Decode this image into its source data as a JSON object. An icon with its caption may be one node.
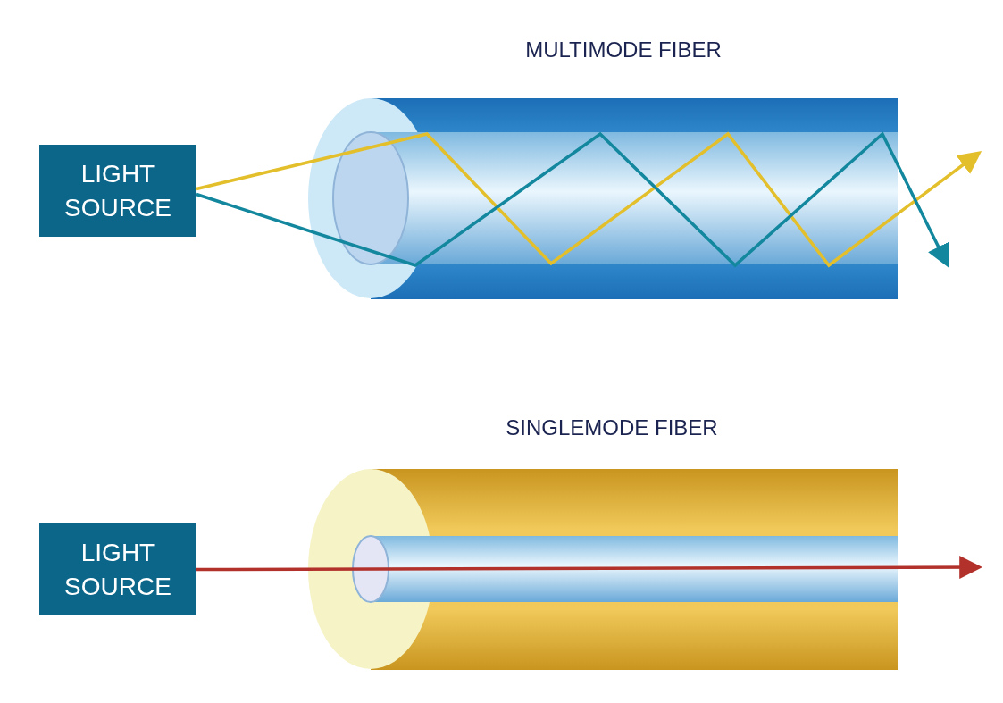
{
  "diagram": {
    "nodes": [
      {
        "text": [
          "LIGHT SOURCE"
        ]
      },
      {
        "text": [
          "LIGHT SOURCE"
        ]
      }
    ],
    "edges": [
      {
        "from": 0,
        "to": null,
        "arrow": "to",
        "color": "#e3bf2b"
      },
      {
        "from": 0,
        "to": null,
        "arrow": "to",
        "color": "#12879e"
      },
      {
        "from": 1,
        "to": null,
        "arrow": "to",
        "color": "#b2322b"
      }
    ],
    "labels": [
      "MULTIMODE FIBER",
      "SINGLEMODE FIBER"
    ]
  }
}
